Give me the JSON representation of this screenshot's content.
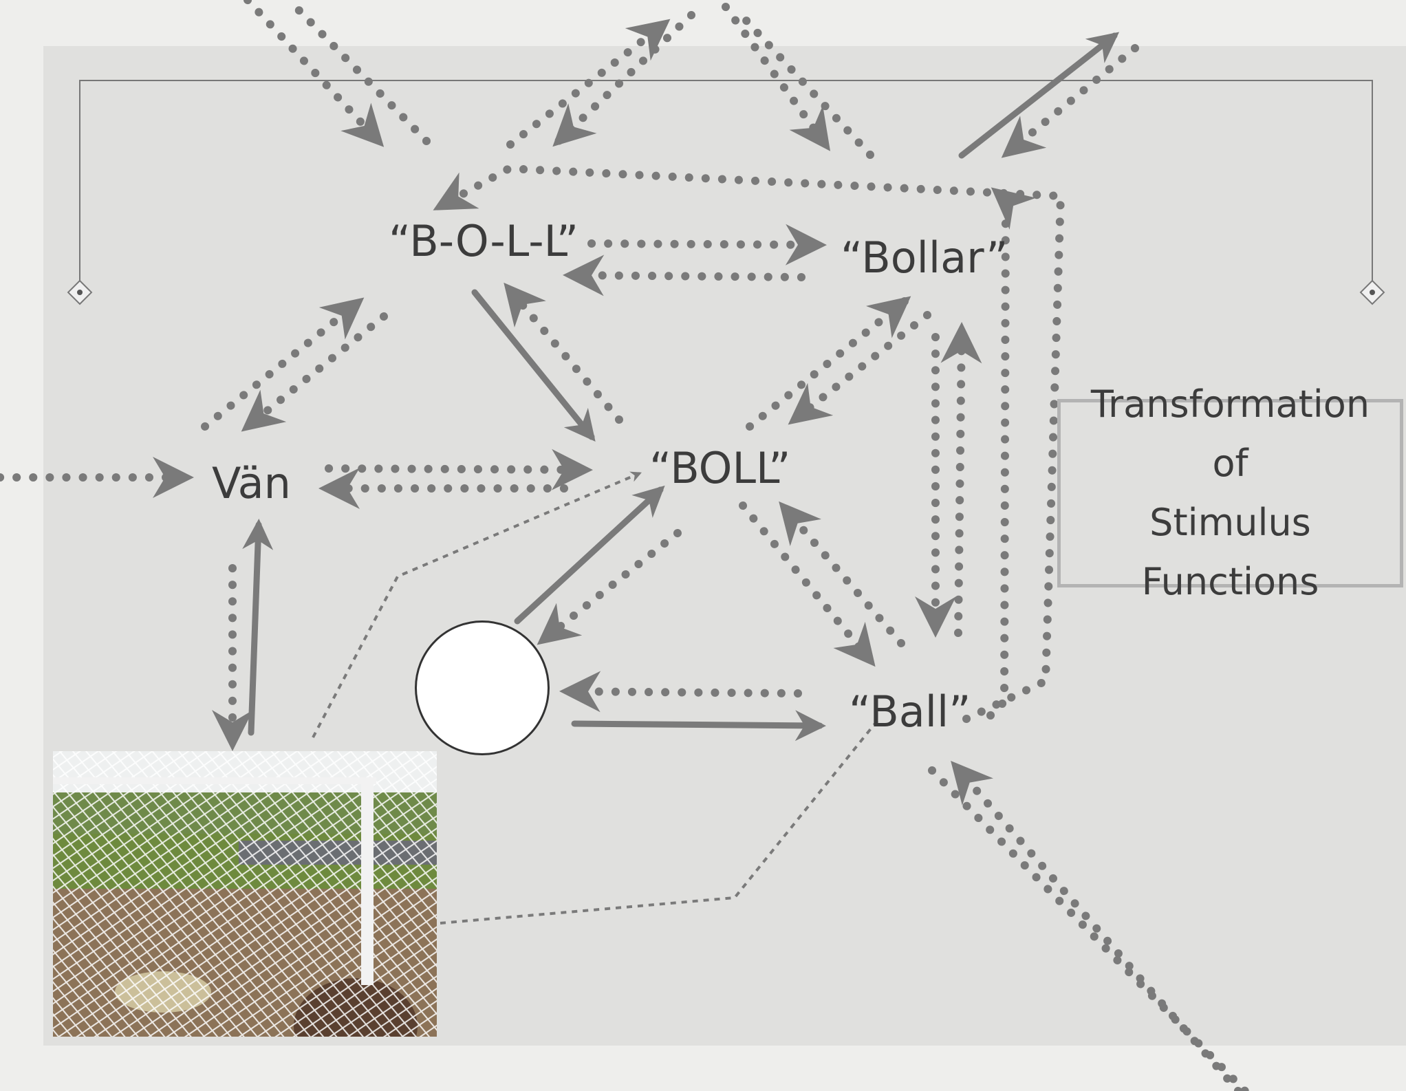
{
  "nodes": {
    "boll_spelled": "“B-O-L-L”",
    "bollar": "“Bollar”",
    "van": "Vän",
    "boll": "“BOLL”",
    "ball": "“Ball”"
  },
  "transformation": {
    "line1": "Transformation",
    "line2": "of",
    "line3": "Stimulus Functions"
  },
  "colors": {
    "background": "#eeeeec",
    "panel": "#e0e0de",
    "arrows": "#7a7a7a",
    "text": "#3c3c3c"
  }
}
